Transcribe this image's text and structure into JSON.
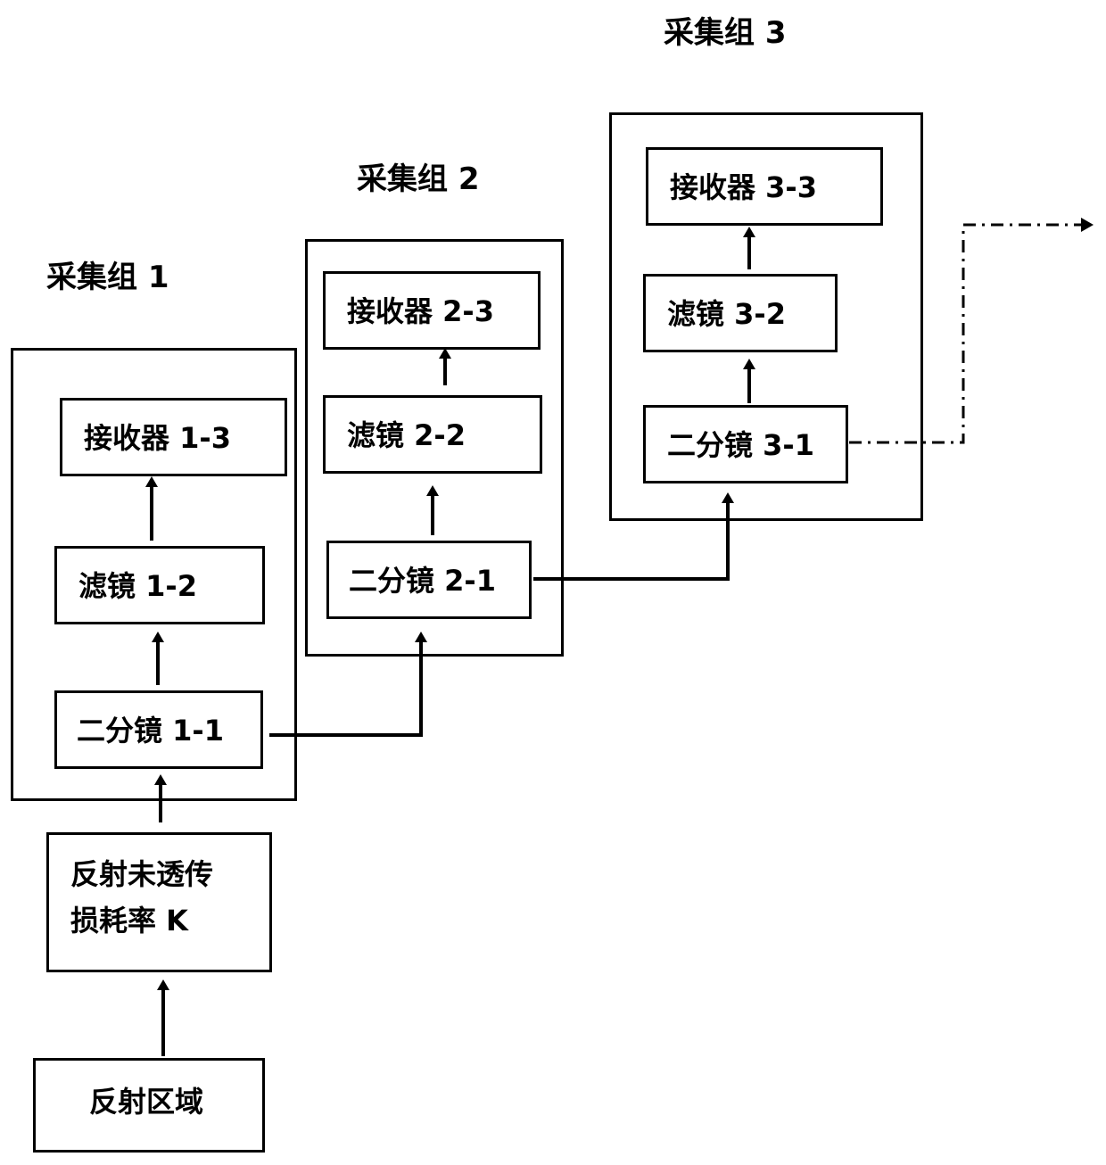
{
  "groups": {
    "g1": {
      "title": "采集组 1",
      "splitter": "二分镜 1-1",
      "filter": "滤镜 1-2",
      "receiver": "接收器 1-3"
    },
    "g2": {
      "title": "采集组 2",
      "splitter": "二分镜 2-1",
      "filter": "滤镜 2-2",
      "receiver": "接收器 2-3"
    },
    "g3": {
      "title": "采集组 3",
      "splitter": "二分镜 3-1",
      "filter": "滤镜 3-2",
      "receiver": "接收器 3-3"
    }
  },
  "loss_box": {
    "line1": "反射未透传",
    "line2": "损耗率 K"
  },
  "source_box": {
    "label": "反射区域"
  }
}
